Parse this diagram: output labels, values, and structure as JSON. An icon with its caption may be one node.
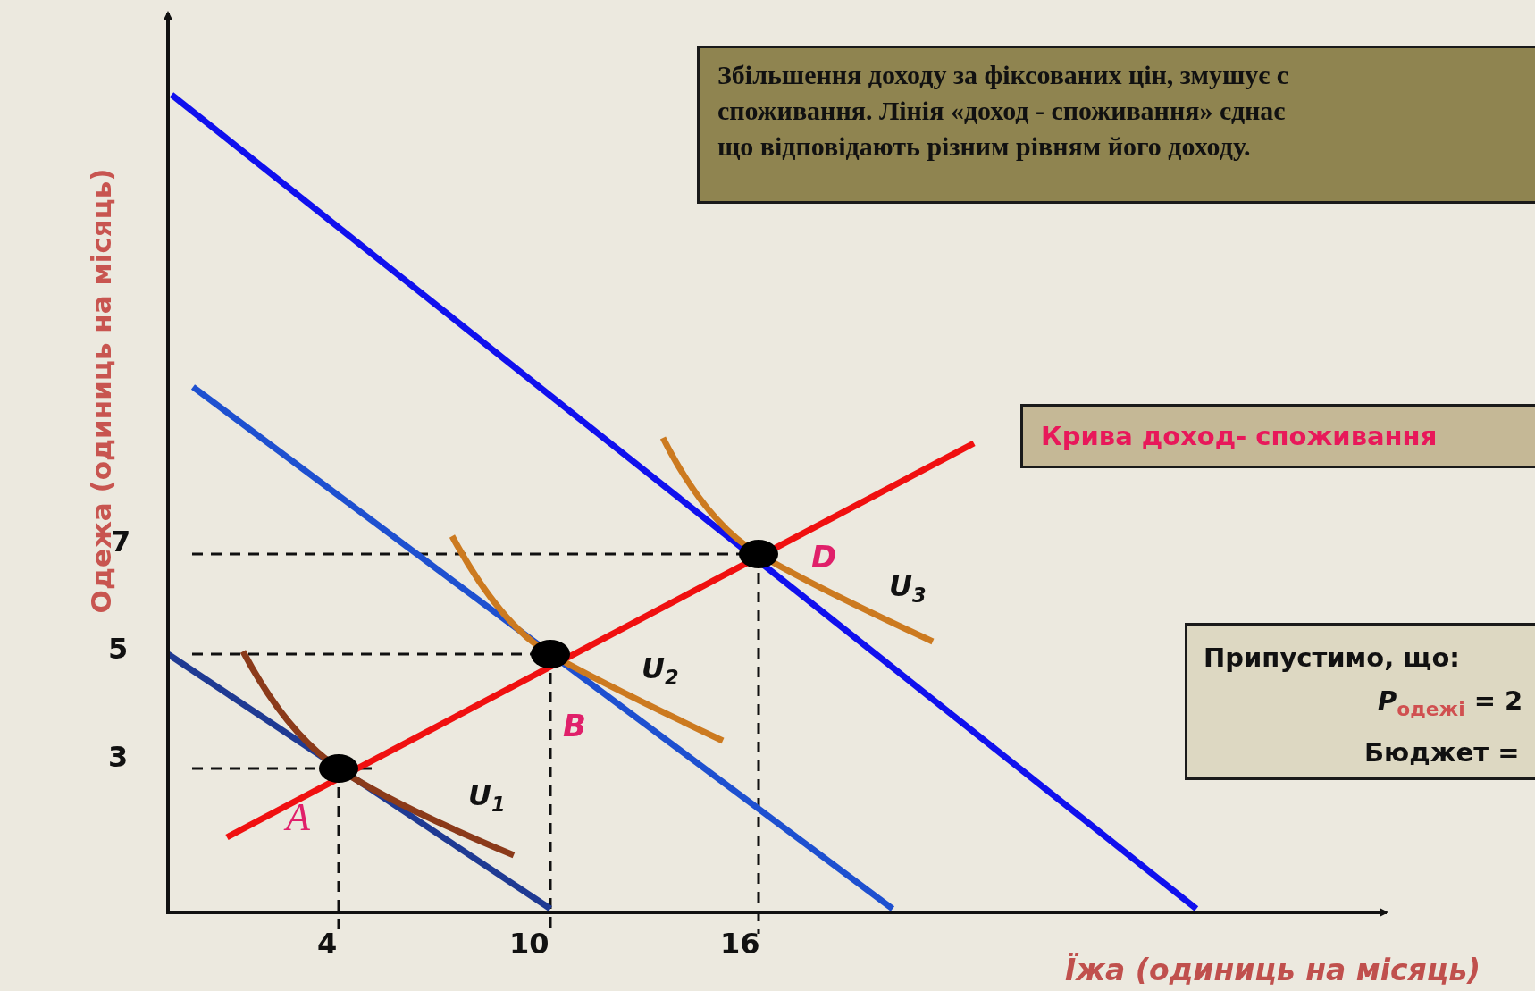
{
  "diagram": {
    "nodes": [
      {
        "text": [
          "Збільшення доходу за фіксованих цін, змушує с",
          "споживання. Лінія «доход - споживання» єднає",
          "що відповідають різним рівням його доходу."
        ]
      },
      {
        "text": [
          "Крива доход- споживання"
        ]
      },
      {
        "text": [
          "Припустимо, що:",
          "*P*$_{одежі}$ = 2",
          "Бюджет ="
        ]
      }
    ],
    "labels": [
      "Одежа (одиниць на місяць)",
      "7",
      "D",
      "U$_{3}$",
      "5",
      "U$_{2}$",
      "B",
      "3",
      "U$_{1}$",
      "A",
      "4",
      "10",
      "16",
      "Їжа (одиниць на місяць)"
    ]
  }
}
